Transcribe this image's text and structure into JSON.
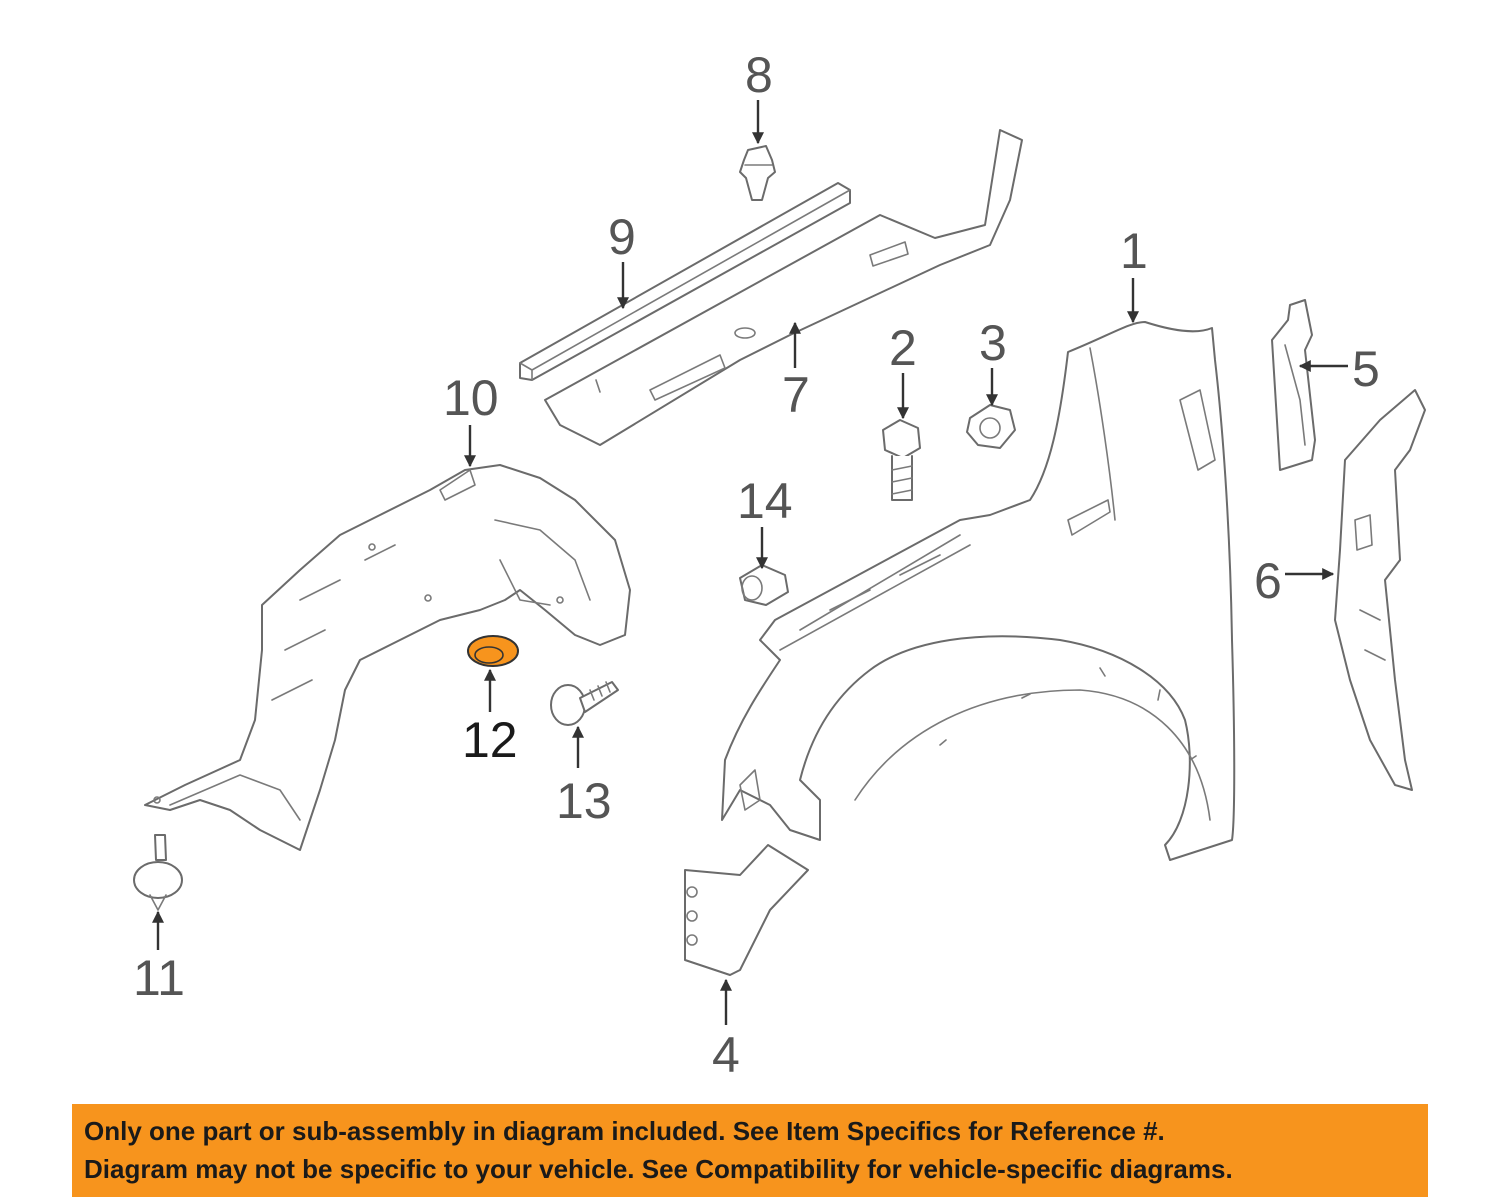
{
  "diagram": {
    "highlight_color": "#F7941D",
    "banner_color": "#F7941D",
    "callouts": {
      "c1": "1",
      "c2": "2",
      "c3": "3",
      "c4": "4",
      "c5": "5",
      "c6": "6",
      "c7": "7",
      "c8": "8",
      "c9": "9",
      "c10": "10",
      "c11": "11",
      "c12": "12",
      "c13": "13",
      "c14": "14"
    },
    "highlighted_callout": "12"
  },
  "banner": {
    "line1": "Only one part or sub-assembly in diagram included. See Item Specifics for Reference #.",
    "line2": "Diagram may not be specific to your vehicle. See Compatibility for vehicle-specific diagrams."
  }
}
